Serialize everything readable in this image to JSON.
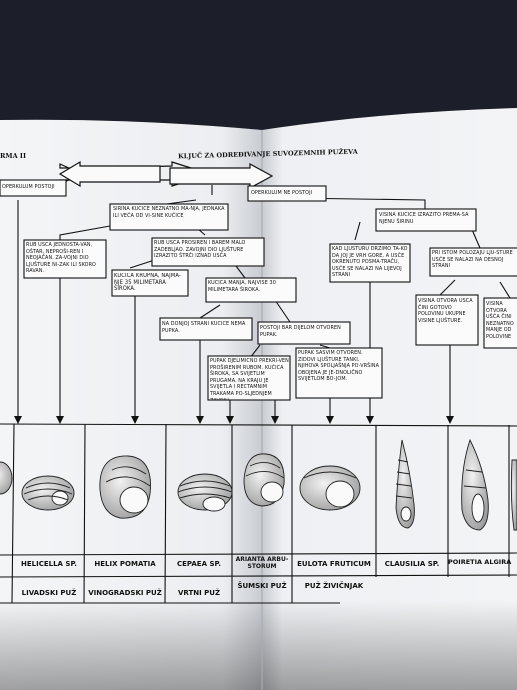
{
  "page_header": {
    "left_fragment": "RMA II",
    "title": "KLJUČ ZA ODREĐIVANJE SUVOZEMNIH PUŽEVA"
  },
  "key_boxes": {
    "operculum_exists": "OPERKULUM POSTOJI",
    "operculum_none": "OPERKULUM NE POSTOJI",
    "width_equal": "ŠIRINA KUĆICE NEZNATNO MA-NJA, JEDNAKA ILI VEĆA OD VI-SINE KUĆICE",
    "height_greater": "VISINA KUĆICE IZRAZITO PREMA-ŠA NJENU ŠIRINU",
    "rim_sharp": "RUB USĆA JEDNOSTA-VAN, OŠTAR, NEPROŠI-REN I NEOJAČAN. ZA-VOJNI DIO LJUŠTURE NI-ZAK ILI SKORO RAVAN.",
    "rim_widened": "RUB USĆA PROŠIREN I BAREM MALO ZADEBLJAO. ZAVOJNI DIO LJUŠTURE IZRAZITO ŠTRČI IZNAD USĆA",
    "apex_up": "KAD LJUŠTURU DRŽIMO TA-KO DA JOJ JE VRH GORE, A USĆE OKRENUTO POSMA-TRAČU, USĆE SE NALAZI NA LIJEVOJ STRANI",
    "mouth_right": "PRI ISTOM POLOŽAJU LJU-ŠTURE USĆE SE NALAZI NA DESNOJ STRANI",
    "shell_large": "KUĆICA KRUPNA, NAJMA-NJE 35 MILIMETARA ŠIROKA.",
    "shell_small": "KUĆICA MANJA, NAJVIŠE 30 MILIMETARA ŠIROKA.",
    "no_belt": "NA DONJOJ STRANI KUĆICE NEMA PUPKA.",
    "belt_partial": "POSTOJI BAR DIJELOM OTVOREN PUPAK.",
    "aperture_half": "VISINA OTVORA UŠĆA ČINI GOTOVO POLOVINU UKUPNE VISINE LJUŠTURE.",
    "aperture_small": "VISINA OTVORA UŠĆA ČINI NEZNATNO MANJE OD POLOVINE",
    "pupak_half": "PUPAK DJELIMIČNO PREKRI-VEN PROŠIRENIM RUBOM. KUĆICA ŠIROKA, SA SVIJETLIM PRUGAMA. NA KRAJU JE SVIJETLA I RECTAMNIM TRAKAMA PO-SLJEDNJEM ZAVOJU.",
    "pupak_open": "PUPAK SASVIM OTVOREN. ZIDOVI LJUŠTURE TANKI. NJIHOVA SPOLJAŠNJA PO-VRŠINA OBOJENA JE JE-DNOLIČNO SVIJETLOM BO-JOM."
  },
  "species": [
    {
      "latin": "",
      "common": ""
    },
    {
      "latin": "HELICELLA SP.",
      "common": "LIVADSKI PUŽ"
    },
    {
      "latin": "HELIX POMATIA",
      "common": "VINOGRADSKI PUŽ"
    },
    {
      "latin": "CEPAEA SP.",
      "common": "VRTNI PUŽ"
    },
    {
      "latin": "ARIANTA ARBU-STORUM",
      "common": "ŠUMSKI PUŽ"
    },
    {
      "latin": "EULOTA FRUTICUM",
      "common": "PUŽ ŽIVIČNJAK"
    },
    {
      "latin": "CLAUSILIA SP.",
      "common": ""
    },
    {
      "latin": "POIRETIA ALGIRA",
      "common": ""
    }
  ]
}
